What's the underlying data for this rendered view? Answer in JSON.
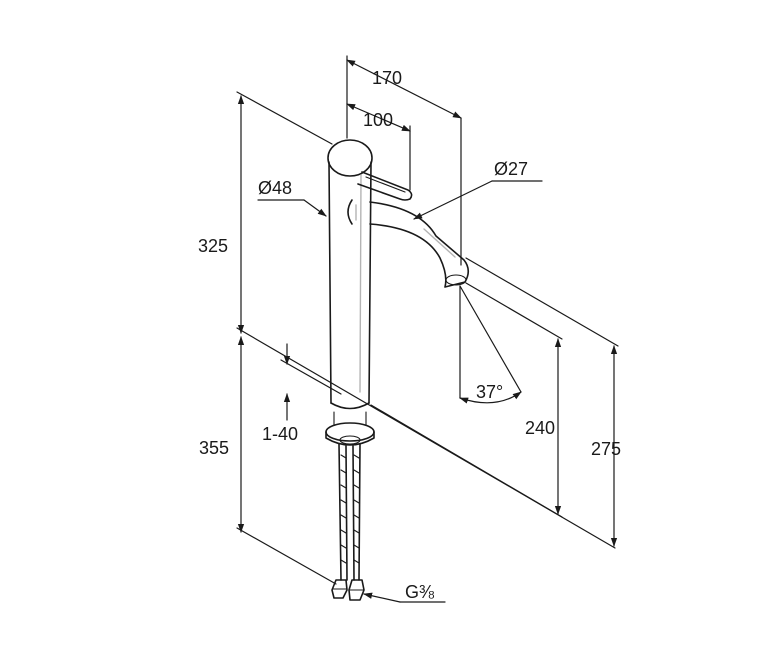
{
  "dimensions": {
    "overall_reach": "170",
    "lever_length": "100",
    "body_diameter": "Ø48",
    "spout_diameter": "Ø27",
    "total_height": "325",
    "lower_height": "355",
    "clamp_range": "1-40",
    "outlet_height": "240",
    "spout_height": "275",
    "spout_angle": "37°",
    "connection_thread": "G⅜"
  }
}
